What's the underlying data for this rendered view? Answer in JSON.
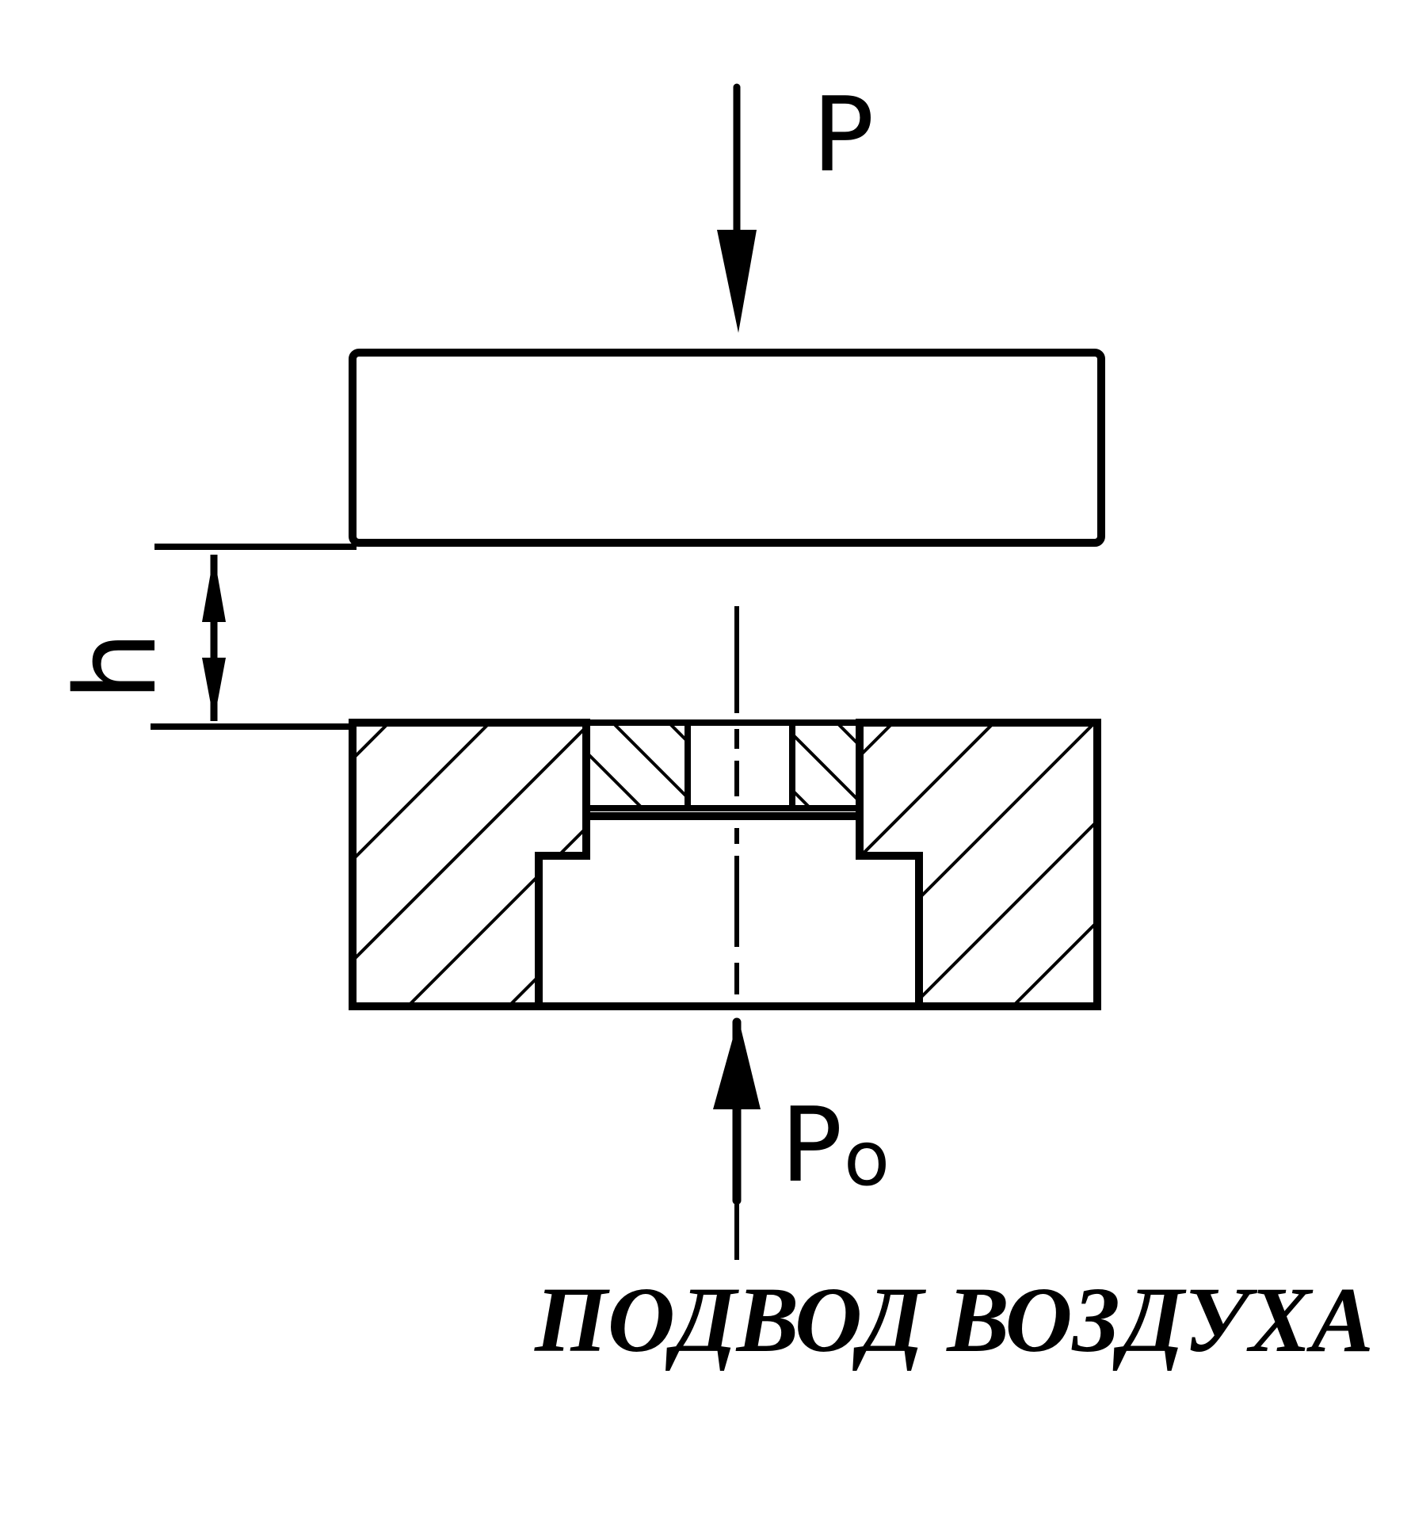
{
  "labels": {
    "force_top": "P",
    "gap": "h",
    "force_bottom_main": "P",
    "force_bottom_sub": "o"
  },
  "caption": "ПОДВОД ВОЗДУХА",
  "colors": {
    "ink": "#000000",
    "paper": "#ffffff"
  }
}
